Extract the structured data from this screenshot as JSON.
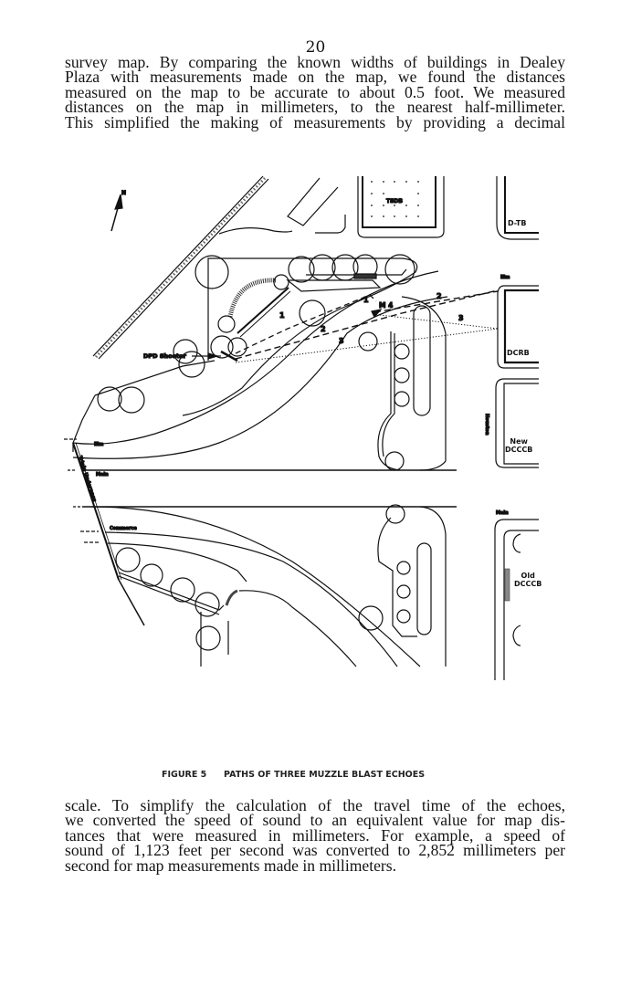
{
  "page": {
    "number": "20"
  },
  "text_top": {
    "lines": [
      "survey map. By comparing the known widths of buildings in Dealey",
      "Plaza with measurements made on the map, we found the distances",
      "measured on the map to be accurate to about 0.5 foot. We measured",
      "distances on the map in millimeters, to the nearest half-millimeter.",
      "This simplified the making of measurements by providing a decimal"
    ]
  },
  "figure": {
    "number_label": "FIGURE 5",
    "title": "PATHS OF THREE MUZZLE BLAST ECHOES",
    "north_label": "N",
    "shooter_label": "DPD Shooter",
    "microphone_label": "M 4",
    "path_labels": [
      "1",
      "2",
      "3"
    ],
    "buildings": {
      "tsdb": "TSDB",
      "dtb": "D-TB",
      "dcrb": "DCRB",
      "new_dcccb": [
        "New",
        "DCCCB"
      ],
      "old_dcccb": [
        "Old",
        "DCCCB"
      ]
    },
    "streets": {
      "elm_left": "Elm",
      "elm_right": "Elm",
      "main_left": "Main",
      "main_right": "Main",
      "commerce": "Commerce",
      "houston": "Houston",
      "triple_underpass": "Triple Underpass"
    }
  },
  "text_bottom": {
    "lines": [
      "scale. To simplify the calculation of the travel time of the echoes,",
      "we converted the speed of sound to an equivalent value for map dis-",
      "tances that were measured in millimeters. For example, a speed of",
      "sound of 1,123 feet per second was converted to 2,852 millimeters per",
      "second for map measurements made in millimeters."
    ]
  }
}
